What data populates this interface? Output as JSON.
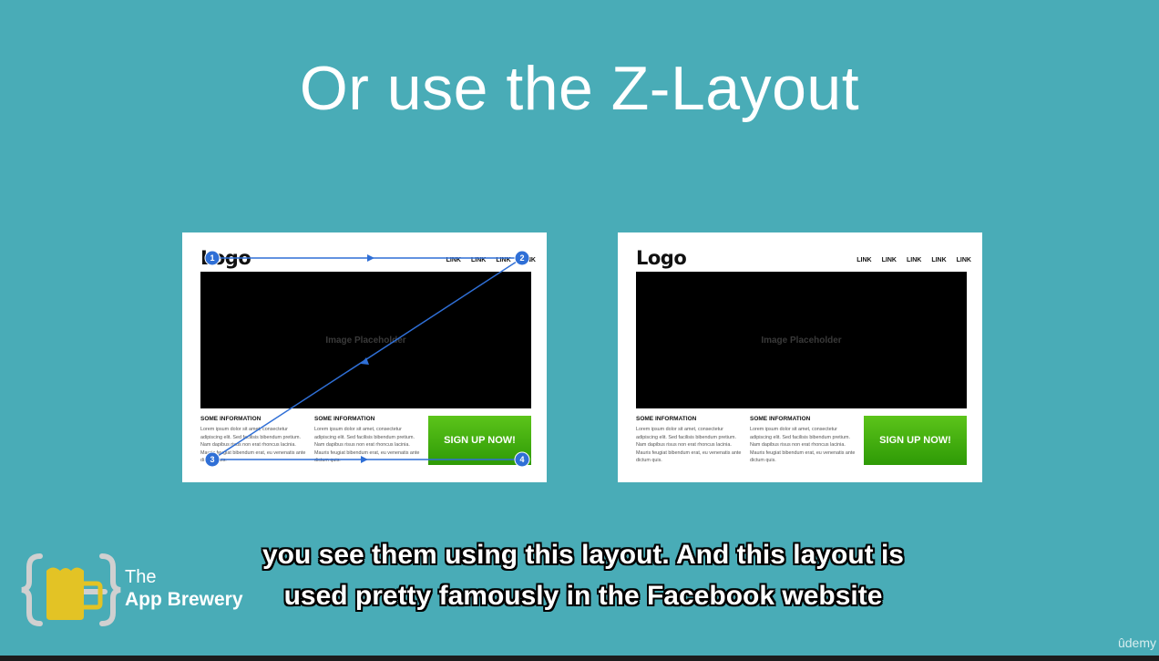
{
  "slide": {
    "title": "Or use the Z-Layout"
  },
  "mockup": {
    "logo": "Logo",
    "nav_links": [
      "LINK",
      "LINK",
      "LINK",
      "LINK",
      "LINK"
    ],
    "hero_text": "Image Placeholder",
    "columns": [
      {
        "heading": "SOME INFORMATION",
        "body": "Lorem ipsum dolor sit amet, consectetur adipiscing elit. Sed facilisis bibendum pretium. Nam dapibus risus non erat rhoncus lacinia. Mauris feugiat bibendum erat, eu venenatis ante dictum quis."
      },
      {
        "heading": "SOME INFORMATION",
        "body": "Lorem ipsum dolor sit amet, consectetur adipiscing elit. Sed facilisis bibendum pretium. Nam dapibus risus non erat rhoncus lacinia. Mauris feugiat bibendum erat, eu venenatis ante dictum quis."
      }
    ],
    "cta": "SIGN UP NOW!"
  },
  "z_path": {
    "markers": [
      "1",
      "2",
      "3",
      "4"
    ],
    "line_color": "#2f6fd6"
  },
  "caption": {
    "line1": "you see them using this layout. And this layout is",
    "line2": "used pretty famously in the Facebook website"
  },
  "brand": {
    "line1": "The",
    "line2": "App Brewery"
  },
  "watermark": "ûdemy",
  "colors": {
    "background": "#49acb7",
    "cta_green": "#3faa0c",
    "accent_yellow": "#e3c325"
  }
}
